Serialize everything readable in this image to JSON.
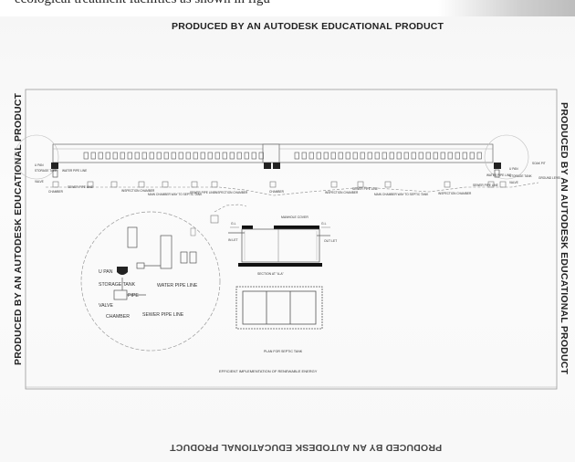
{
  "caption_fragment": "ecological treatment facilities as shown in figu",
  "watermarks": {
    "top": "PRODUCED BY AN AUTODESK EDUCATIONAL PRODUCT",
    "bottom": "PRODUCED BY AN AUTODESK EDUCATIONAL PRODUCT",
    "left": "PRODUCED BY AN AUTODESK EDUCATIONAL PRODUCT",
    "right": "PRODUCED BY AN AUTODESK EDUCATIONAL PRODUCT"
  },
  "plan_labels": {
    "storage_tank_left": "STORAGE TANK",
    "water_pipe_left": "WATER PIPE LINE",
    "u_pan_left": "U PAN",
    "valve_left": "VALVE",
    "chamber_left": "CHAMBER",
    "sewer_pipe_left": "SEWER PIPE LINE",
    "inspection_chamber": "INSPECTION CHAMBER",
    "main_chamber": "MAIN CHAMBER WAY TO SEPTIC TANK",
    "sewer_pipe": "SEWER PIPE LINE",
    "chamber": "CHAMBER",
    "u_pan_right": "U PAN",
    "storage_tank_right": "STORAGE TANK",
    "water_pipe_right": "WATER PIPE LINE",
    "sewer_pipe_right": "SEWER PIPE LINE",
    "valve_right": "VALVE",
    "soak_pit": "SOAK PIT",
    "ground_level": "GROUND LEVEL"
  },
  "detail_labels": {
    "u_pan": "U PAN",
    "storage_tank": "STORAGE TANK",
    "water_pipe_line": "WATER PIPE LINE",
    "pipe": "PIPE",
    "valve": "VALVE",
    "chamber": "CHAMBER",
    "sewer_pipe_line": "SEWER PIPE LINE"
  },
  "section_labels": {
    "manhole_cover": "MANHOLE COVER",
    "inlet": "IN LET",
    "outlet": "OUT LET",
    "gl_left": "G.L",
    "gl_right": "G.L",
    "section_title": "SECTION AT \"A-A\""
  },
  "plan_title": "PLAN FOR SEPTIC TANK",
  "drawing_title": "EFFICIENT IMPLEMENTATION OF RENEWABLE ENERGY",
  "colors": {
    "line": "#555555",
    "dark": "#111111",
    "paper": "#f8f8f8"
  }
}
